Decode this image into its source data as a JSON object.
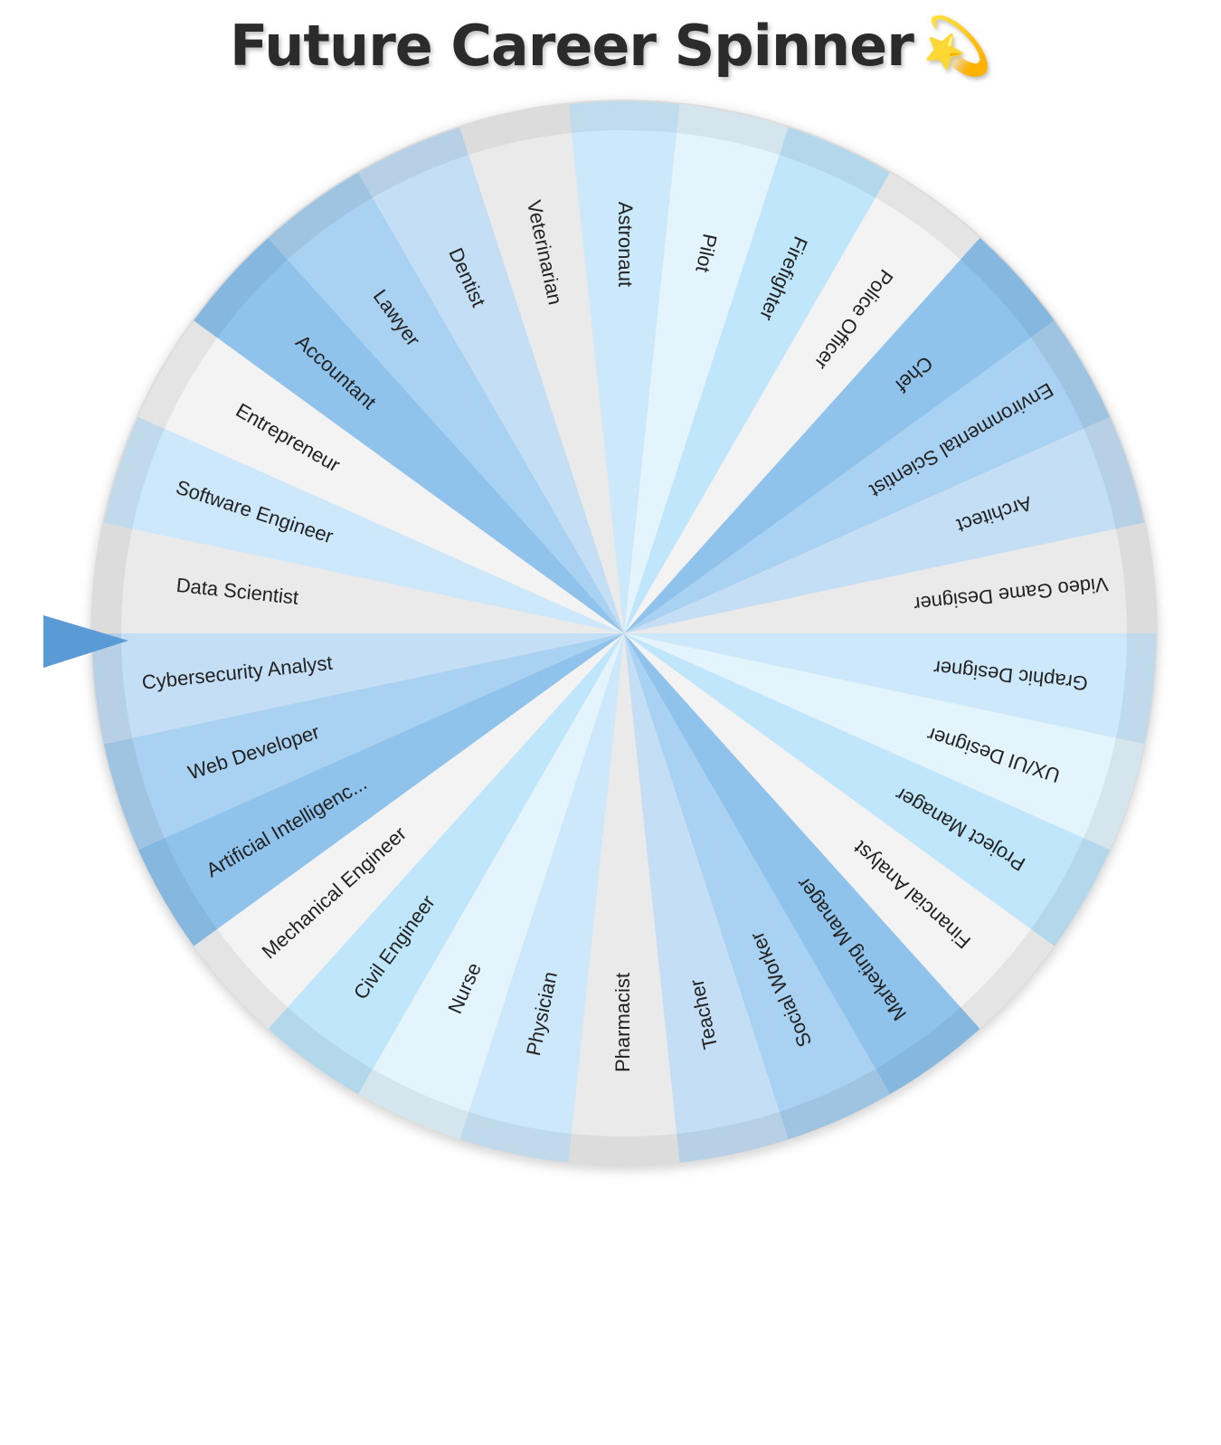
{
  "page": {
    "title": "Future Career Spinner",
    "title_icon": "dizzy-star-icon"
  },
  "wheel": {
    "pointer_color": "#5b9bd5",
    "rim_color": "#dddddd",
    "segments": [
      {
        "label": "Astronaut",
        "color": "#cce9fb"
      },
      {
        "label": "Pilot",
        "color": "#e3f4fd"
      },
      {
        "label": "Firefighter",
        "color": "#bfe6fb"
      },
      {
        "label": "Police Officer",
        "color": "#f3f3f3"
      },
      {
        "label": "Chef",
        "color": "#8fc3ec"
      },
      {
        "label": "Environmental Scientist",
        "color": "#a9d1f1"
      },
      {
        "label": "Architect",
        "color": "#c3def5"
      },
      {
        "label": "Video Game Designer",
        "color": "#eaeaea"
      },
      {
        "label": "Graphic Designer",
        "color": "#cde8fa"
      },
      {
        "label": "UX/UI Designer",
        "color": "#e3f4fd"
      },
      {
        "label": "Project Manager",
        "color": "#bfe6fb"
      },
      {
        "label": "Financial Analyst",
        "color": "#f3f3f3"
      },
      {
        "label": "Marketing Manager",
        "color": "#8fc3ec"
      },
      {
        "label": "Social Worker",
        "color": "#a9d1f1"
      },
      {
        "label": "Teacher",
        "color": "#c3def5"
      },
      {
        "label": "Pharmacist",
        "color": "#eaeaea"
      },
      {
        "label": "Physician",
        "color": "#cde8fa"
      },
      {
        "label": "Nurse",
        "color": "#e3f4fd"
      },
      {
        "label": "Civil Engineer",
        "color": "#bfe6fb"
      },
      {
        "label": "Mechanical Engineer",
        "color": "#f3f3f3"
      },
      {
        "label": "Artificial Intelligenc...",
        "color": "#8fc3ec"
      },
      {
        "label": "Web Developer",
        "color": "#a9d1f1"
      },
      {
        "label": "Cybersecurity Analyst",
        "color": "#c3def5"
      },
      {
        "label": "Data Scientist",
        "color": "#eaeaea"
      },
      {
        "label": "Software Engineer",
        "color": "#cde8fa"
      },
      {
        "label": "Entrepreneur",
        "color": "#f3f3f3"
      },
      {
        "label": "Accountant",
        "color": "#8fc3ec"
      },
      {
        "label": "Lawyer",
        "color": "#a9d1f1"
      },
      {
        "label": "Dentist",
        "color": "#c3def5"
      },
      {
        "label": "Veterinarian",
        "color": "#eaeaea"
      }
    ]
  }
}
